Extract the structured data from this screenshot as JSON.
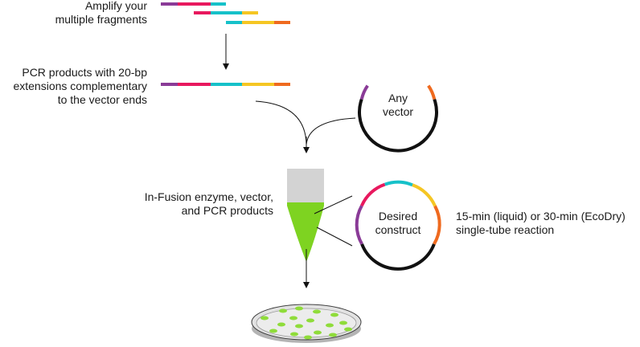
{
  "steps": {
    "amplify_line1": "Amplify your",
    "amplify_line2": "multiple fragments",
    "pcr_line1": "PCR products with 20-bp",
    "pcr_line2": "extensions complementary",
    "pcr_line3": "to the vector ends",
    "vector_line1": "Any",
    "vector_line2": "vector",
    "infusion_line1": "In-Fusion enzyme, vector,",
    "infusion_line2": "and PCR products",
    "construct_line1": "Desired",
    "construct_line2": "construct",
    "reaction_line1": "15-min (liquid) or 30-min (EcoDry)",
    "reaction_line2": "single-tube reaction"
  },
  "colors": {
    "purple": "#8a3b97",
    "magenta": "#e8185e",
    "cyan": "#16c1c9",
    "yellow": "#f5c623",
    "orange": "#ef6a1f",
    "black": "#111111",
    "green": "#7ed321",
    "colony_green": "#8fdc3a"
  }
}
